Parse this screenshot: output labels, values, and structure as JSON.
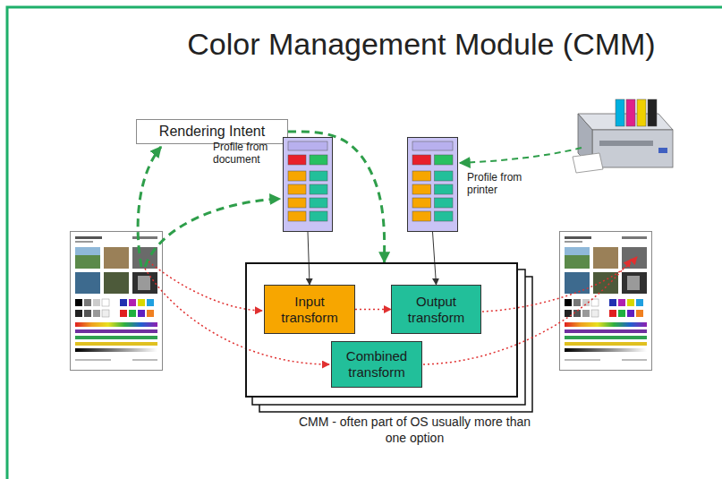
{
  "diagram": {
    "title": "Color Management Module (CMM)",
    "nodes": [
      {
        "text": [
          "Rendering Intent"
        ]
      },
      {
        "text": [
          "Profile from document"
        ]
      },
      {
        "text": [
          "Profile from printer"
        ]
      },
      {
        "text": [
          "CMM - often part of OS usually more than one option"
        ]
      },
      {
        "text": [
          "Input transform"
        ],
        "in": 3
      },
      {
        "text": [
          "Output transform"
        ],
        "in": 3
      },
      {
        "text": [
          "Combined transform"
        ],
        "in": 3
      }
    ],
    "edges": [
      {
        "from": 1,
        "to": 4,
        "arrow": "to"
      },
      {
        "from": 2,
        "to": 5,
        "arrow": "to"
      },
      {
        "from": 0,
        "to": 3,
        "arrow": "to"
      },
      {
        "from": 4,
        "to": 5,
        "arrow": "to"
      }
    ]
  }
}
